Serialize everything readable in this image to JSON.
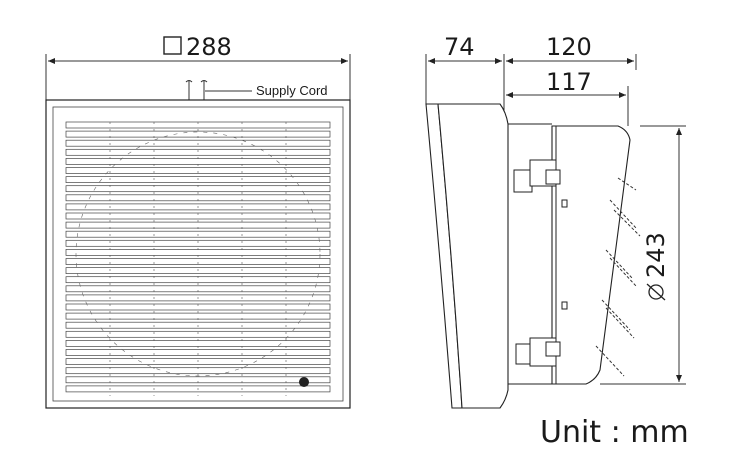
{
  "front_view": {
    "width_label": "288",
    "cord_label": "Supply Cord"
  },
  "side_view": {
    "depth_front_label": "74",
    "depth_total_label": "120",
    "depth_body_label": "117",
    "diameter_label": "243"
  },
  "unit_label": "Unit : mm"
}
